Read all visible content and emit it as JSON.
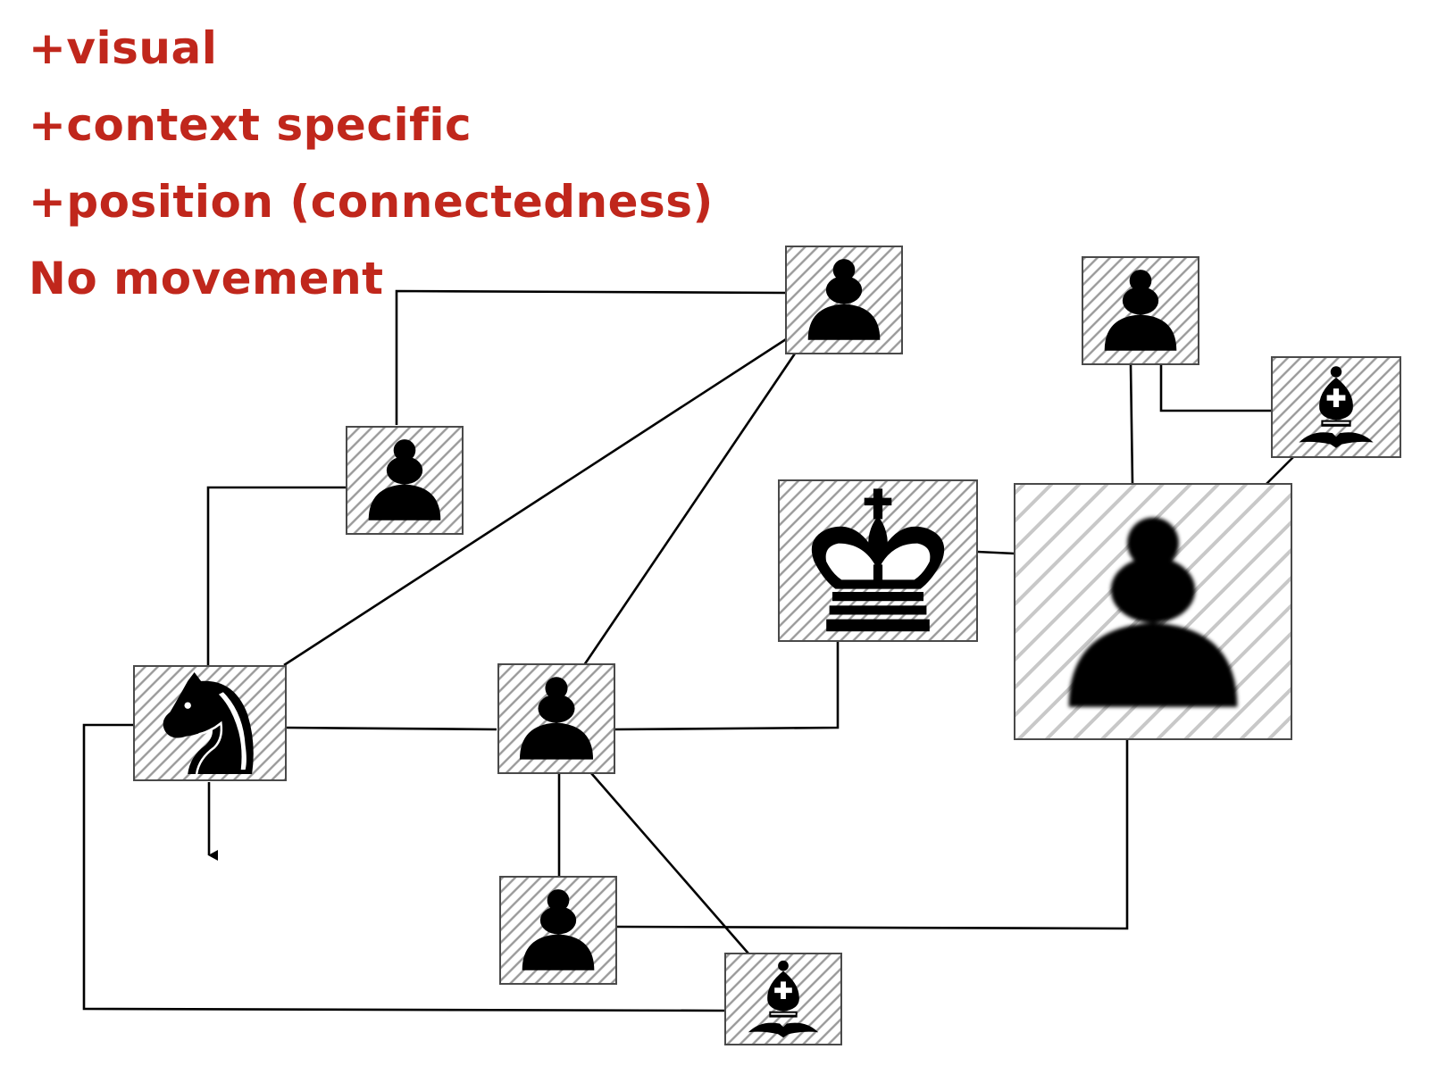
{
  "annotations": [
    "+visual",
    "+context specific",
    "+position (connectedness)",
    "No movement"
  ],
  "colors": {
    "annotation_text": "#c0271c",
    "piece_fill": "#000000",
    "connector_line": "#000000",
    "tile_hatch": "#9a9a9a",
    "tile_border": "#4a4a4a"
  },
  "pieces": [
    {
      "id": "pawn-top-center",
      "kind": "pawn-icon"
    },
    {
      "id": "pawn-top-right",
      "kind": "pawn-icon"
    },
    {
      "id": "bishop-top-right",
      "kind": "bishop-icon"
    },
    {
      "id": "pawn-upper-left",
      "kind": "pawn-icon"
    },
    {
      "id": "king-center",
      "kind": "king-icon"
    },
    {
      "id": "pawn-large-right",
      "kind": "pawn-icon"
    },
    {
      "id": "knight-left",
      "kind": "knight-icon"
    },
    {
      "id": "pawn-middle",
      "kind": "pawn-icon"
    },
    {
      "id": "pawn-bottom",
      "kind": "pawn-icon"
    },
    {
      "id": "bishop-bottom",
      "kind": "bishop-icon"
    }
  ],
  "connections": [
    {
      "from": "pawn-upper-left",
      "to": "pawn-top-center"
    },
    {
      "from": "knight-left",
      "to": "pawn-upper-left"
    },
    {
      "from": "knight-left",
      "to": "pawn-top-center"
    },
    {
      "from": "pawn-middle",
      "to": "pawn-top-center"
    },
    {
      "from": "knight-left",
      "to": "pawn-middle"
    },
    {
      "from": "pawn-middle",
      "to": "king-center"
    },
    {
      "from": "king-center",
      "to": "pawn-large-right"
    },
    {
      "from": "pawn-large-right",
      "to": "pawn-top-right"
    },
    {
      "from": "pawn-top-right",
      "to": "bishop-top-right"
    },
    {
      "from": "pawn-large-right",
      "to": "bishop-top-right"
    },
    {
      "from": "pawn-middle",
      "to": "pawn-bottom"
    },
    {
      "from": "pawn-middle",
      "to": "bishop-bottom"
    },
    {
      "from": "pawn-bottom",
      "to": "pawn-large-right"
    },
    {
      "from": "knight-left",
      "to": "bishop-bottom"
    },
    {
      "from": "knight-left",
      "to": "arrow-down"
    }
  ]
}
